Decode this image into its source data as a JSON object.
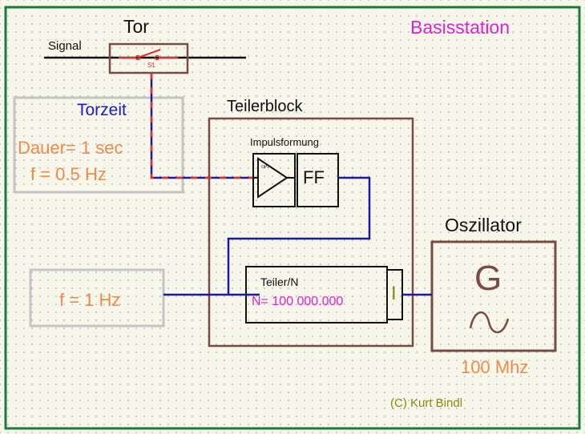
{
  "title": "Basisstation",
  "gate": {
    "label": "Tor",
    "signal_label": "Signal",
    "switch_label": "S1"
  },
  "gate_time": {
    "heading": "Torzeit",
    "duration": "Dauer= 1 sec",
    "frequency": "f = 0.5 Hz"
  },
  "divider_block": {
    "heading": "Teilerblock",
    "pulse_shaping": "Impulsformung",
    "comparator_symbol": "OP1",
    "flipflop": "FF",
    "divider_label": "Teiler/N",
    "divider_value": "N= 100 000.000",
    "input_marker": "I"
  },
  "reference_input": {
    "frequency": "f = 1 Hz"
  },
  "oscillator": {
    "heading": "Oszillator",
    "symbol": "G",
    "frequency": "100 Mhz"
  },
  "copyright": "(C) Kurt Bindl",
  "colors": {
    "frame": "#1e7a3a",
    "box": "#7a4a43",
    "gray_box": "#c4c4c4",
    "wire_blue": "#1a1aa8",
    "wire_red": "#e03030",
    "orange": "#f08a4b",
    "blue_text": "#1a1ad0",
    "magenta": "#e020d8",
    "olive": "#8a8a10"
  }
}
